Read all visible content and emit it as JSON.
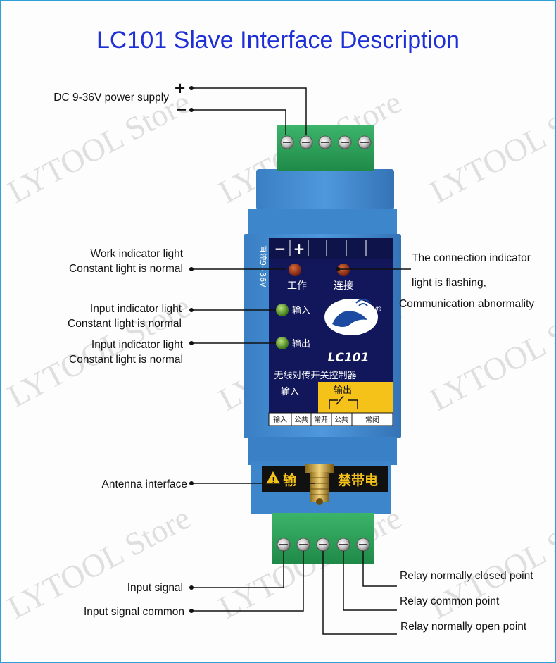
{
  "title": "LC101 Slave Interface Description",
  "watermark": "LYTOOL Store",
  "power": {
    "label": "DC 9-36V power supply",
    "plus": "+",
    "minus": "−"
  },
  "left_labels": {
    "work_1": "Work indicator light",
    "work_2": "Constant light is normal",
    "input1_1": "Input indicator light",
    "input1_2": "Constant light is normal",
    "input2_1": "Input indicator light",
    "input2_2": "Constant light is normal",
    "antenna": "Antenna interface",
    "input_signal": "Input signal",
    "input_common": "Input signal common"
  },
  "right_labels": {
    "conn_1": "The connection indicator",
    "conn_2": "light is flashing,",
    "conn_3": "Communication abnormality",
    "relay_nc": "Relay normally closed point",
    "relay_com": "Relay common point",
    "relay_no": "Relay normally open point"
  },
  "device": {
    "model": "LC101",
    "name_cn": "无线对传开关控制器",
    "led_work": "工作",
    "led_connect": "连接",
    "led_input": "输入",
    "led_output": "输出",
    "voltage": "直流9~36V",
    "term_minus": "−",
    "term_plus": "+",
    "section_input": "输入",
    "section_output": "输出",
    "t_in": "输入",
    "t_com": "公共",
    "t_no": "常开",
    "t_com2": "公共",
    "t_nc": "常闭",
    "warning_left": "输",
    "warning_right": "禁带电",
    "registered": "®"
  }
}
